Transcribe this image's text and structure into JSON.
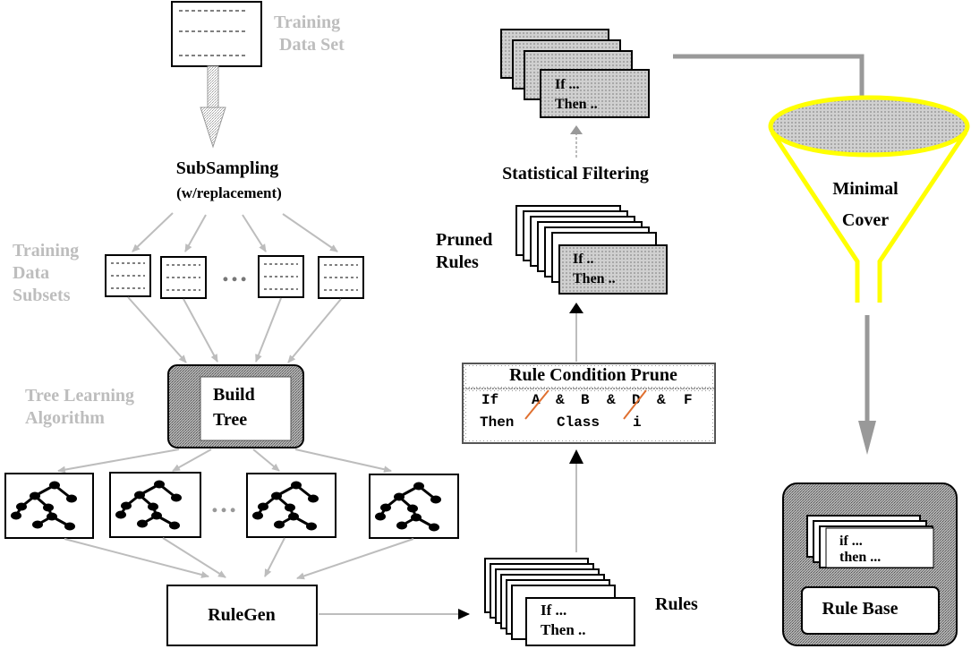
{
  "training": {
    "line1": "Training",
    "line2": "Data Set"
  },
  "subsampling": {
    "line1": "SubSampling",
    "line2": "(w/replacement)"
  },
  "subsets": {
    "line1": "Training",
    "line2": "Data",
    "line3": "Subsets",
    "dots": "…"
  },
  "tree_learning": {
    "line1": "Tree Learning",
    "line2": "Algorithm"
  },
  "build_tree": {
    "line1": "Build",
    "line2": "Tree"
  },
  "trees_dots": "…",
  "rulegen": {
    "label": "RuleGen"
  },
  "rules": {
    "label": "Rules",
    "card_line1": "If ...",
    "card_line2": "Then .."
  },
  "prune": {
    "title": "Rule Condition Prune",
    "tokens": {
      "if_kw": "If",
      "a": "A",
      "amp": "&",
      "b": "B",
      "d": "D",
      "f": "F",
      "then_kw": "Then",
      "cls": "Class",
      "i": "i"
    }
  },
  "pruned": {
    "line1": "Pruned",
    "line2": "Rules",
    "card_line1": "If ..",
    "card_line2": "Then .."
  },
  "statistical": {
    "label": "Statistical Filtering",
    "card_line1": "If ...",
    "card_line2": "Then .."
  },
  "minimal_cover": {
    "line1": "Minimal",
    "line2": "Cover"
  },
  "rule_base": {
    "label": "Rule Base",
    "card_line1": "if ...",
    "card_line2": "then ..."
  },
  "colors": {
    "arrow": "#bdbdbd",
    "funnel": "#ffff00",
    "strike": "#e07030",
    "frame": "#888888"
  }
}
